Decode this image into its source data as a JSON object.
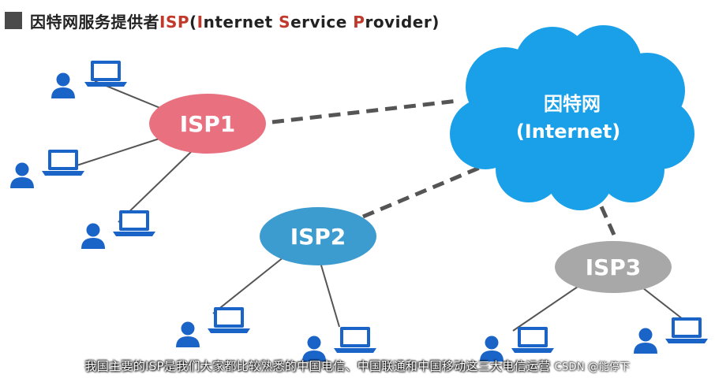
{
  "title": {
    "prefix": "因特网服务提供者",
    "isp": "ISP",
    "open_paren": "(",
    "i_letter": "I",
    "internet_rest": "nternet ",
    "s_letter": "S",
    "service_rest": "ervice ",
    "p_letter": "P",
    "provider_rest": "rovider",
    "close_paren": ")"
  },
  "internet": {
    "line1": "因特网",
    "line2": "(Internet)"
  },
  "nodes": {
    "isp1": "ISP1",
    "isp2": "ISP2",
    "isp3": "ISP3"
  },
  "subtitle": "我国主要的ISP是我们大家都比较熟悉的中国电信、中国联通和中国移动这三大电信运营",
  "watermark": "CSDN @能停下",
  "colors": {
    "isp1": "#e8707f",
    "isp2": "#3d9ccf",
    "isp3": "#a8a8a8",
    "cloud": "#1aa0e8",
    "user": "#1a64c8"
  }
}
